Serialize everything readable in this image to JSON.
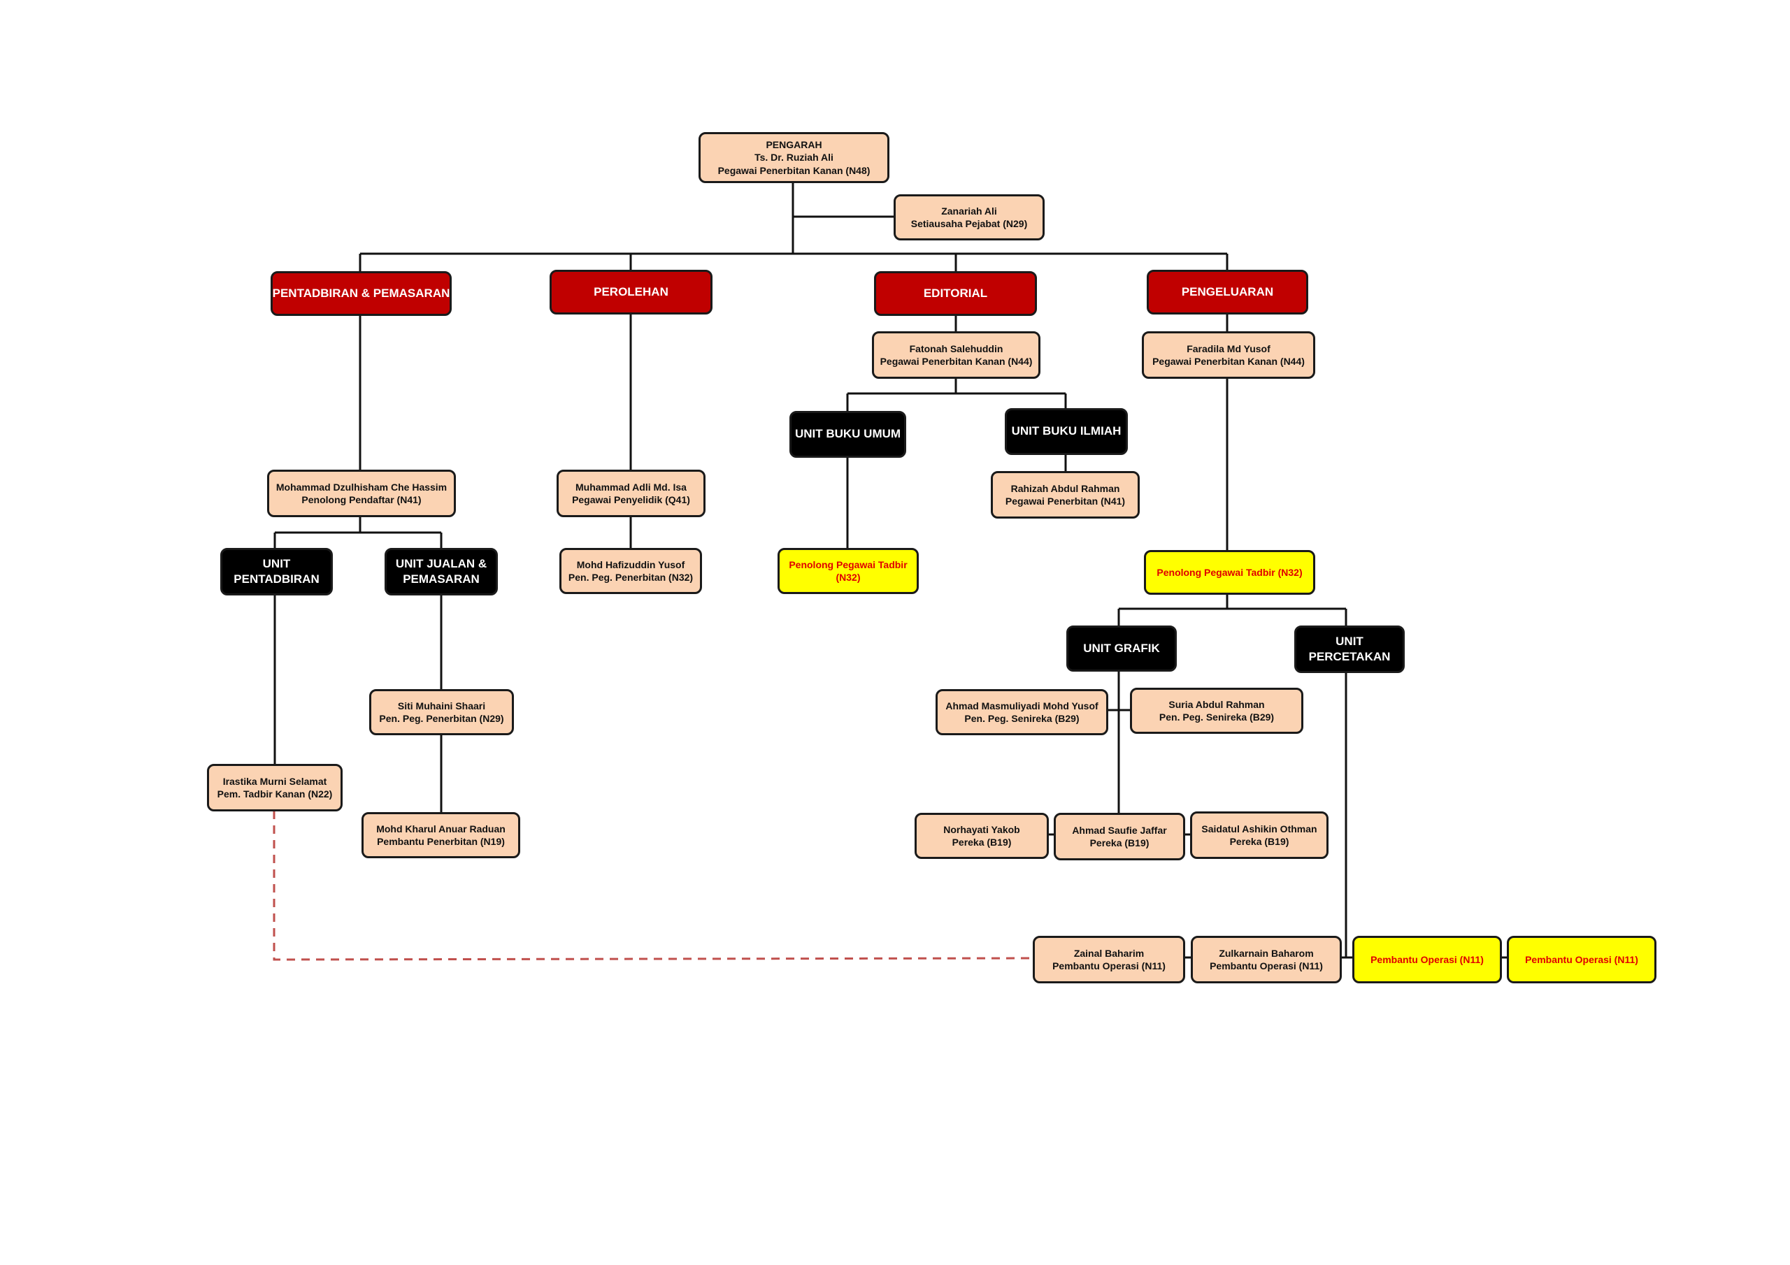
{
  "colors": {
    "person_fill": "#fbd3b3",
    "department_fill": "#c00000",
    "unit_fill": "#000000",
    "vacant_fill": "#ffff00",
    "vacant_text": "#e00000",
    "dashed_link": "#c0504d"
  },
  "director": {
    "line1": "PENGARAH",
    "line2": "Ts. Dr. Ruziah Ali",
    "line3": "Pegawai Penerbitan Kanan (N48)"
  },
  "secretary": {
    "line1": "Zanariah Ali",
    "line2": "Setiausaha Pejabat (N29)"
  },
  "departments": {
    "pentadbiran": "PENTADBIRAN & PEMASARAN",
    "perolehan": "PEROLEHAN",
    "editorial": "EDITORIAL",
    "pengeluaran": "PENGELUARAN"
  },
  "pentadbiran": {
    "head": {
      "line1": "Mohammad Dzulhisham Che Hassim",
      "line2": "Penolong Pendaftar (N41)"
    },
    "unit_pentadbiran": {
      "line1": "UNIT",
      "line2": "PENTADBIRAN"
    },
    "unit_jualan": {
      "line1": "UNIT JUALAN &",
      "line2": "PEMASARAN"
    },
    "irastika": {
      "line1": "Irastika Murni Selamat",
      "line2": "Pem. Tadbir Kanan (N22)"
    },
    "siti": {
      "line1": "Siti Muhaini Shaari",
      "line2": "Pen. Peg. Penerbitan (N29)"
    },
    "kharul": {
      "line1": "Mohd Kharul Anuar Raduan",
      "line2": "Pembantu Penerbitan (N19)"
    }
  },
  "perolehan": {
    "adli": {
      "line1": "Muhammad Adli Md. Isa",
      "line2": "Pegawai Penyelidik (Q41)"
    },
    "hafizuddin": {
      "line1": "Mohd Hafizuddin Yusof",
      "line2": "Pen. Peg. Penerbitan (N32)"
    }
  },
  "editorial": {
    "fatonah": {
      "line1": "Fatonah Salehuddin",
      "line2": "Pegawai Penerbitan Kanan (N44)"
    },
    "unit_umum": "UNIT BUKU UMUM",
    "unit_ilmiah": "UNIT BUKU ILMIAH",
    "ppt_vacant": {
      "line1": "Penolong Pegawai Tadbir",
      "line2": "(N32)"
    },
    "rahizah": {
      "line1": "Rahizah Abdul Rahman",
      "line2": "Pegawai Penerbitan (N41)"
    }
  },
  "pengeluaran": {
    "faradila": {
      "line1": "Faradila Md Yusof",
      "line2": "Pegawai Penerbitan Kanan (N44)"
    },
    "ppt_vacant": "Penolong Pegawai Tadbir (N32)",
    "unit_grafik": "UNIT GRAFIK",
    "unit_percetakan": {
      "line1": "UNIT",
      "line2": "PERCETAKAN"
    },
    "masmuliyadi": {
      "line1": "Ahmad Masmuliyadi Mohd Yusof",
      "line2": "Pen. Peg. Senireka (B29)"
    },
    "suria": {
      "line1": "Suria Abdul Rahman",
      "line2": "Pen. Peg. Senireka (B29)"
    },
    "norhayati": {
      "line1": "Norhayati Yakob",
      "line2": "Pereka (B19)"
    },
    "saufie": {
      "line1": "Ahmad Saufie Jaffar",
      "line2": "Pereka (B19)"
    },
    "saidatul": {
      "line1": "Saidatul Ashikin Othman",
      "line2": "Pereka (B19)"
    },
    "zainal": {
      "line1": "Zainal Baharim",
      "line2": "Pembantu Operasi (N11)"
    },
    "zulkarnain": {
      "line1": "Zulkarnain Baharom",
      "line2": "Pembantu Operasi (N11)"
    },
    "po_vacant_1": "Pembantu Operasi (N11)",
    "po_vacant_2": "Pembantu Operasi (N11)"
  }
}
